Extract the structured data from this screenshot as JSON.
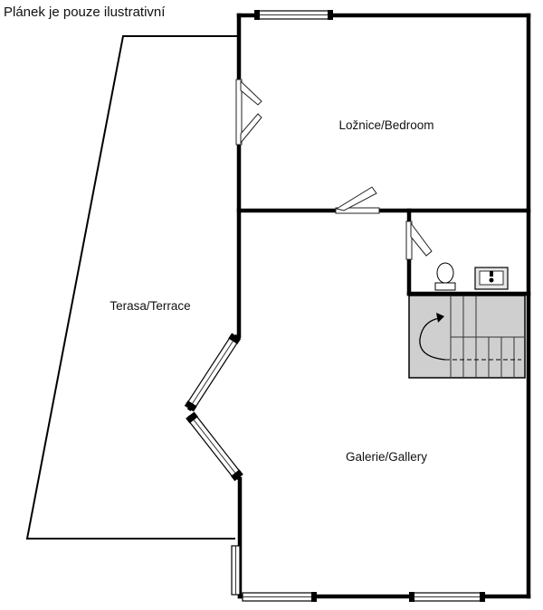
{
  "disclaimer": "Plánek je pouze ilustrativní",
  "rooms": {
    "bedroom": "Ložnice/Bedroom",
    "terrace": "Terasa/Terrace",
    "gallery": "Galerie/Gallery"
  },
  "colors": {
    "walls": "#000000",
    "stairs": "#cfcfcf",
    "background": "#ffffff"
  }
}
